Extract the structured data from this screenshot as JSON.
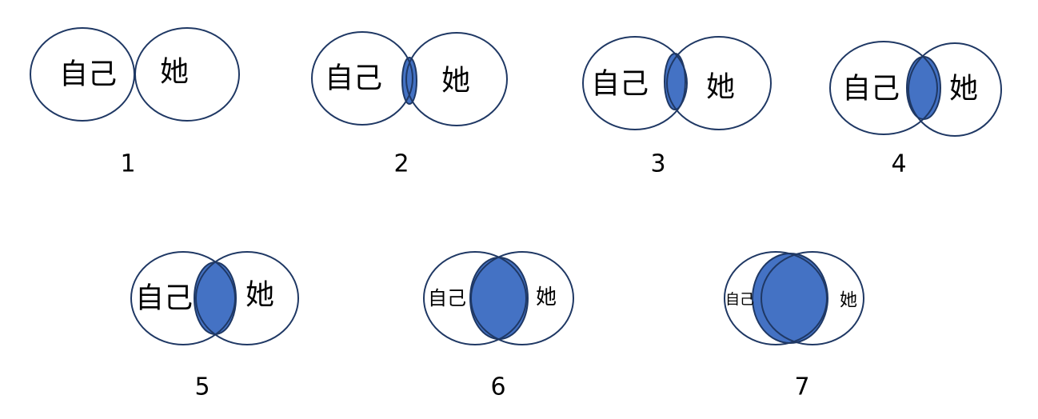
{
  "colors": {
    "outline": "#1f3864",
    "overlap_fill": "#4472c4",
    "background": "#ffffff"
  },
  "diagrams": [
    {
      "number": "1",
      "left_label": "自己",
      "right_label": "她",
      "overlap_fraction": 0.0
    },
    {
      "number": "2",
      "left_label": "自己",
      "right_label": "她",
      "overlap_fraction": 0.15
    },
    {
      "number": "3",
      "left_label": "自己",
      "right_label": "她",
      "overlap_fraction": 0.22
    },
    {
      "number": "4",
      "left_label": "自己",
      "right_label": "她",
      "overlap_fraction": 0.35
    },
    {
      "number": "5",
      "left_label": "自己",
      "right_label": "她",
      "overlap_fraction": 0.45
    },
    {
      "number": "6",
      "left_label": "自己",
      "right_label": "她",
      "overlap_fraction": 0.65
    },
    {
      "number": "7",
      "left_label": "自己",
      "right_label": "她",
      "overlap_fraction": 0.85
    }
  ]
}
